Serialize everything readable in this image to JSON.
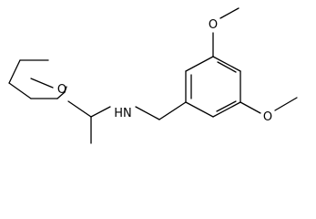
{
  "diagram": {
    "type": "chemical-structure",
    "atom_labels": {
      "ring_oxygen": "O",
      "amine": "HN",
      "methoxy_top_oxygen": "O",
      "methoxy_right_oxygen": "O"
    },
    "colors": {
      "background": "#ffffff",
      "ink": "#000000"
    }
  }
}
